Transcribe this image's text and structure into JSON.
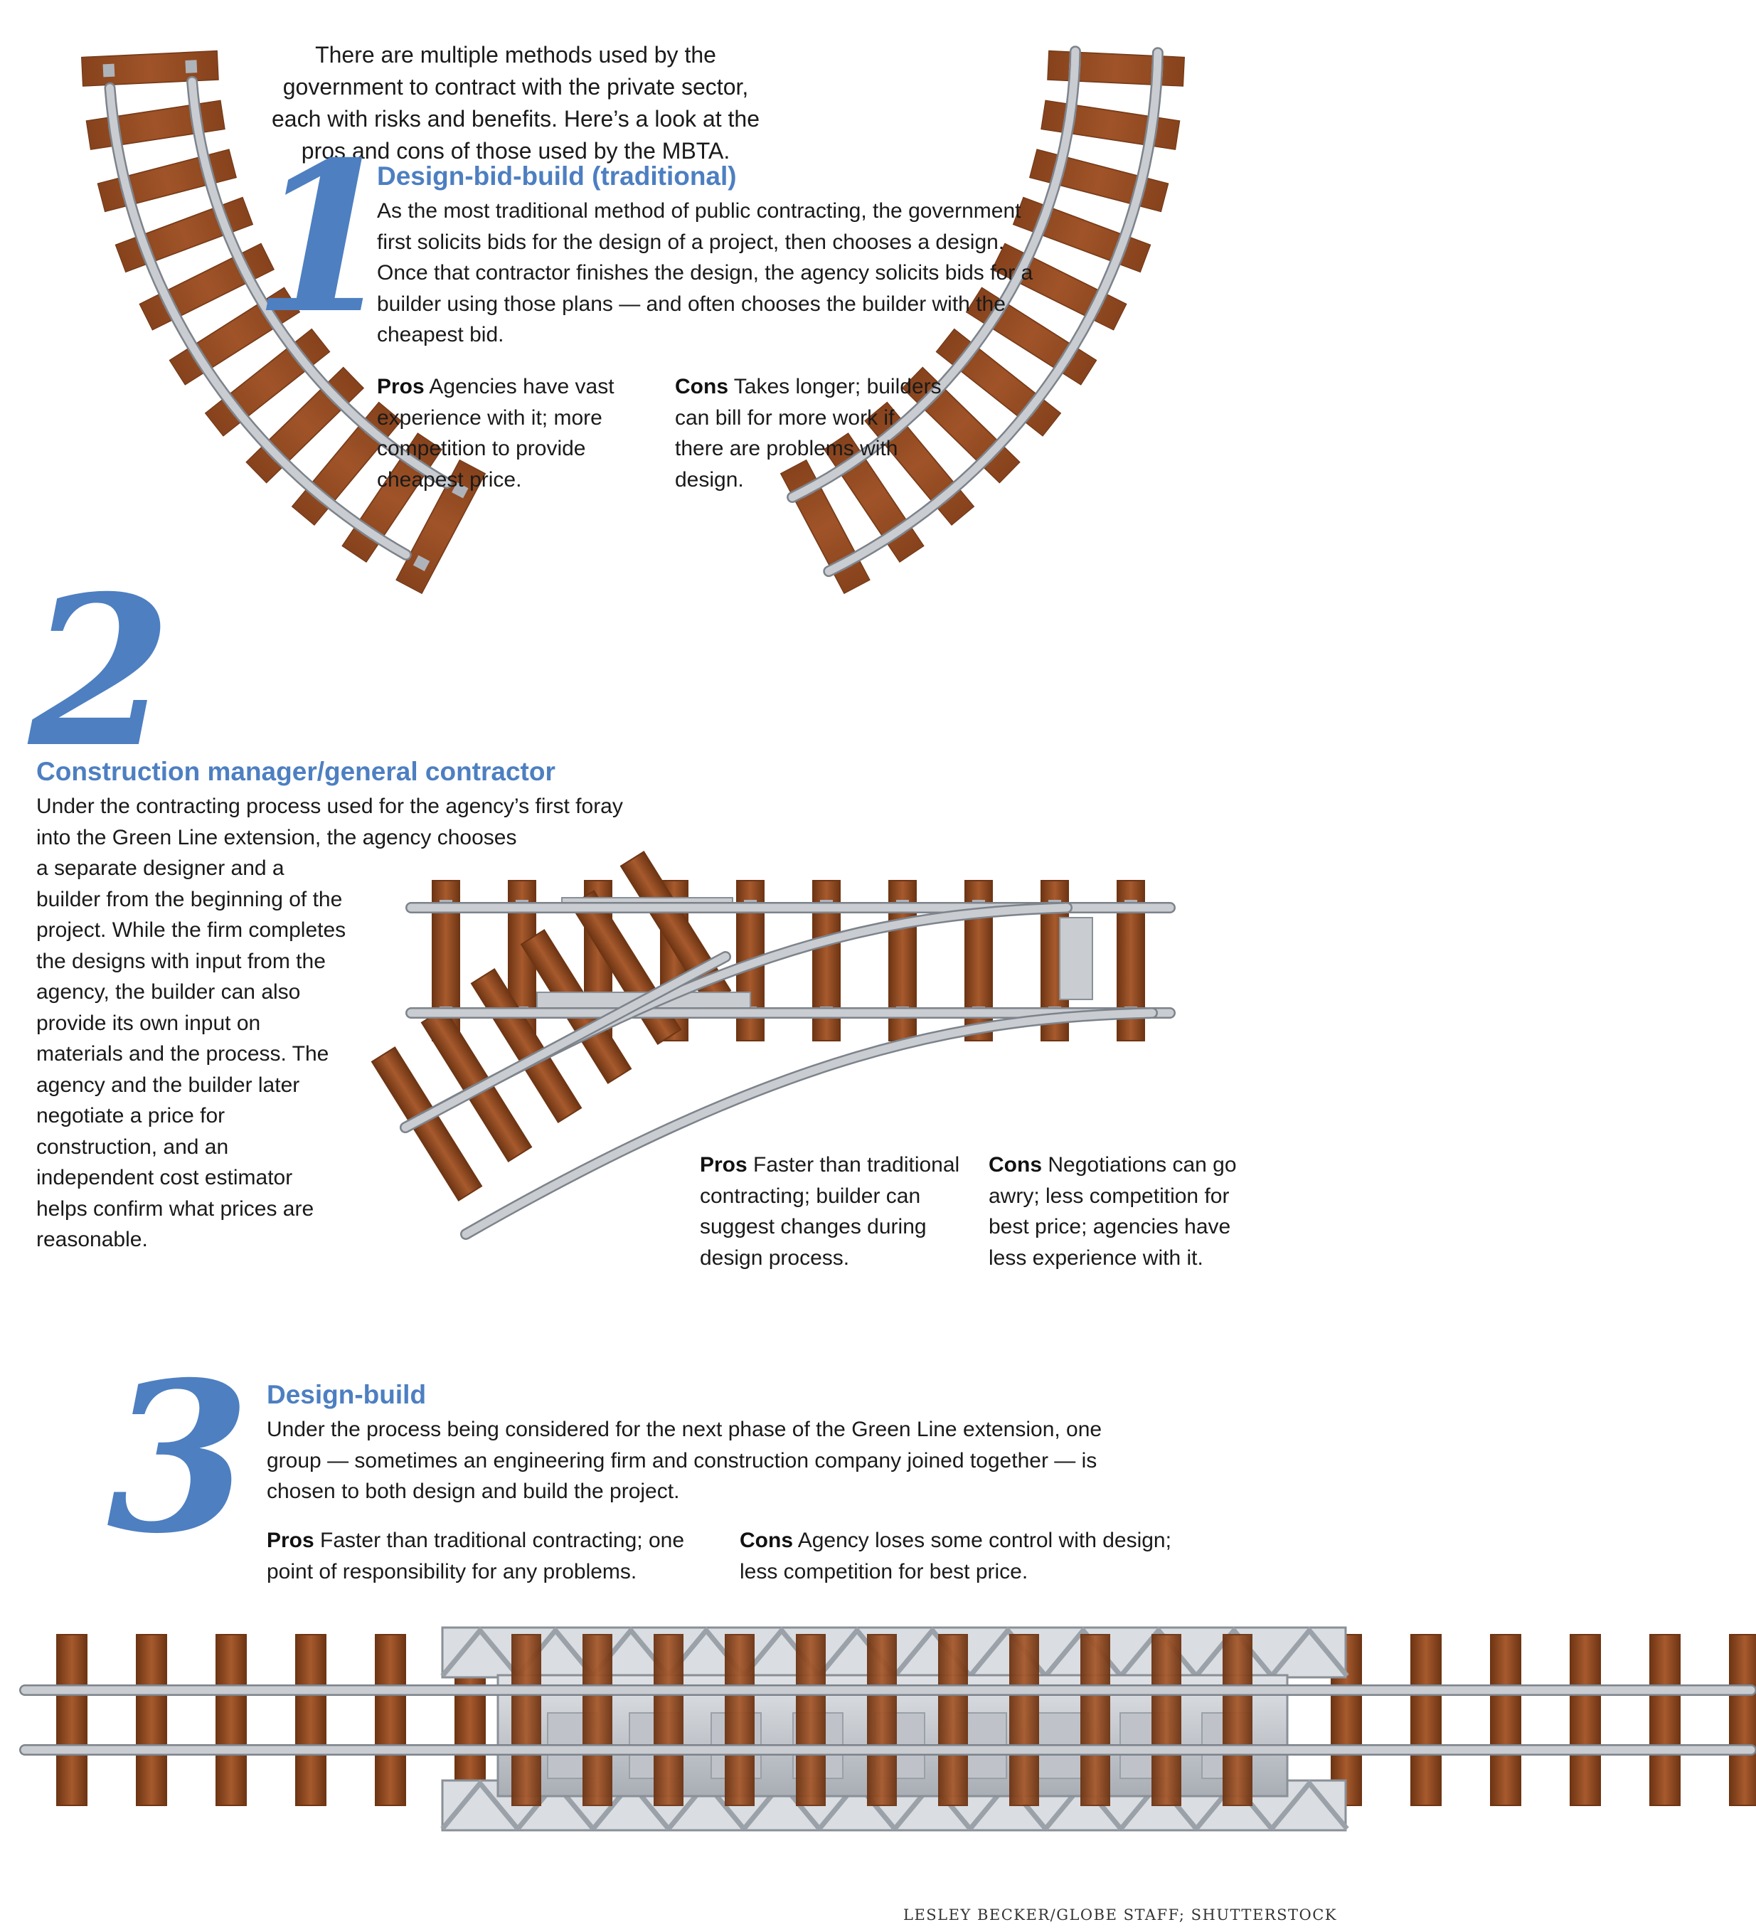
{
  "colors": {
    "accent": "#4d7fc1",
    "text": "#1a1a1a",
    "tie": "#9a4f25",
    "tie_dark": "#6e3514",
    "rail": "#b8bcc2",
    "steel": "#c2c6cc"
  },
  "intro": "There are multiple methods used by the government to contract with the private sector, each with risks and benefits. Here’s a look at the pros and cons of those used by the MBTA.",
  "sections": [
    {
      "number": "1",
      "title": "Design-bid-build (traditional)",
      "body": "As the most traditional method of public contracting, the government first solicits bids for the design of a project, then chooses a design. Once that contractor finishes the design, the agency solicits bids for a builder using those plans — and often chooses the builder with the cheapest bid.",
      "pros_label": "Pros",
      "pros": "Agencies have vast experience with it; more competition to provide cheapest price.",
      "cons_label": "Cons",
      "cons": "Takes longer; builders can bill for more work if there are problems with design."
    },
    {
      "number": "2",
      "title": "Construction manager/general contractor",
      "body_top": "Under the contracting process used for the agency’s first foray into the Green Line extension, the agency chooses",
      "body_rest": "a separate designer and a builder from the beginning of the project. While the firm completes the designs with input from the agency, the builder can also provide its own input on materials and the process. The agency and the builder later negotiate a price for construction, and an independent cost estimator helps confirm what prices are reasonable.",
      "pros_label": "Pros",
      "pros": "Faster than traditional contracting; builder can suggest changes during design process.",
      "cons_label": "Cons",
      "cons": "Negotiations can go awry; less competition for best price; agencies have less experience with it."
    },
    {
      "number": "3",
      "title": "Design-build",
      "body": "Under the process being considered for the next phase of the Green Line extension, one group — sometimes an engineering firm and construction company joined together — is chosen to both design and build the project.",
      "pros_label": "Pros",
      "pros": "Faster than traditional contracting; one point of responsibility for any problems.",
      "cons_label": "Cons",
      "cons": "Agency loses some control with design; less competition for best price."
    }
  ],
  "credit": "LESLEY BECKER/GLOBE STAFF; SHUTTERSTOCK"
}
